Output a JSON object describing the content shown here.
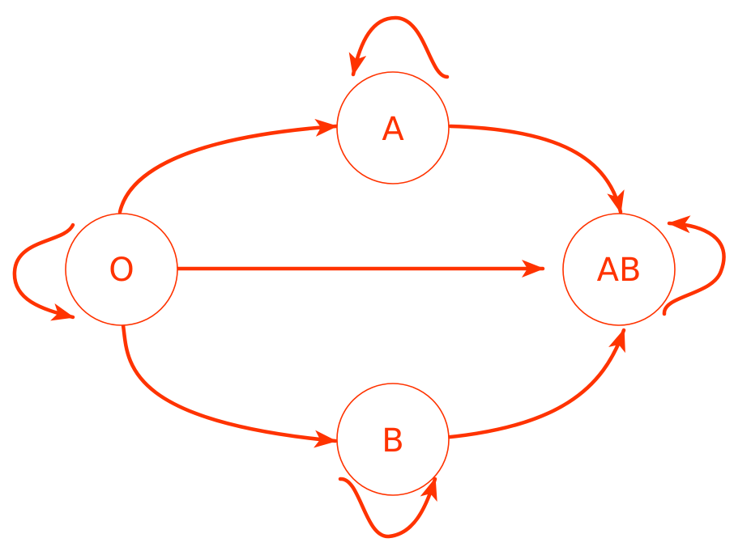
{
  "diagram": {
    "color": "#ff3300",
    "nodes": [
      {
        "id": "O",
        "label": "O"
      },
      {
        "id": "A",
        "label": "A"
      },
      {
        "id": "B",
        "label": "B"
      },
      {
        "id": "AB",
        "label": "AB"
      }
    ],
    "edges": [
      {
        "from": "O",
        "to": "A"
      },
      {
        "from": "O",
        "to": "AB"
      },
      {
        "from": "O",
        "to": "B"
      },
      {
        "from": "A",
        "to": "AB"
      },
      {
        "from": "B",
        "to": "AB"
      },
      {
        "from": "O",
        "to": "O"
      },
      {
        "from": "A",
        "to": "A"
      },
      {
        "from": "B",
        "to": "B"
      },
      {
        "from": "AB",
        "to": "AB"
      }
    ]
  }
}
